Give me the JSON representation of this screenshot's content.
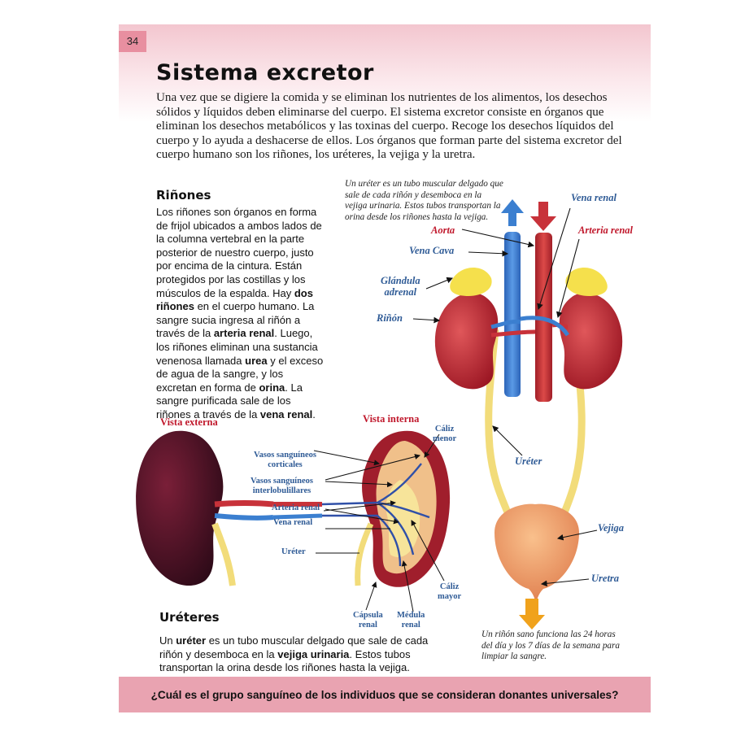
{
  "page": {
    "number": "34",
    "title": "Sistema excretor",
    "intro": "Una vez que se digiere la comida y se eliminan los nutrientes de los alimentos, los desechos sólidos y líquidos deben eliminarse del cuerpo. El sistema excretor consiste en órganos que eliminan los desechos metabólicos y las toxinas del cuerpo. Recoge los desechos líquidos del cuerpo y lo ayuda a deshacerse de ellos. Los órganos que forman parte del sistema excretor del cuerpo humano son los riñones, los uréteres, la vejiga y la uretra."
  },
  "kidneys_section": {
    "heading": "Riñones",
    "p1": "Los riñones son órganos en forma de frijol ubicados a ambos lados de la columna vertebral en la parte posterior de nuestro cuerpo, justo por encima de la cintura. Están protegidos por las costillas y los músculos de la espalda. Hay ",
    "b1": "dos riñones",
    "p2": " en el cuerpo humano. La sangre sucia ingresa al riñón a través de la ",
    "b2": "arteria renal",
    "p3": ". Luego, los riñones eliminan una sustancia venenosa llamada ",
    "b3": "urea",
    "p4": " y el exceso de agua de la sangre, y los excretan en forma de ",
    "b4": "orina",
    "p5": ". La sangre purificada sale de los riñones a través de la ",
    "b5": "vena renal",
    "p6": "."
  },
  "ureters_section": {
    "heading": "Uréteres",
    "p1": "Un ",
    "b1": "uréter",
    "p2": " es un tubo muscular delgado que sale de cada riñón y desemboca en la ",
    "b2": "vejiga urinaria",
    "p3": ". Estos tubos transportan la orina desde los riñones hasta la vejiga."
  },
  "captions": {
    "top": "Un uréter es un tubo muscular delgado que sale de cada riñón y desemboca en la vejiga urinaria. Estos tubos transportan la orina desde los riñones hasta la vejiga.",
    "bottom": "Un riñón sano funciona las 24 horas del día y los 7 días de la semana para limpiar la sangre."
  },
  "system_labels": {
    "vena_renal": "Vena renal",
    "aorta": "Aorta",
    "arteria_renal": "Arteria renal",
    "vena_cava": "Vena Cava",
    "glandula_adrenal_1": "Glándula",
    "glandula_adrenal_2": "adrenal",
    "rinon": "Riñón",
    "ureter": "Uréter",
    "vejiga": "Vejiga",
    "uretra": "Uretra"
  },
  "kidney_labels": {
    "vista_externa": "Vista externa",
    "vista_interna": "Vista interna",
    "caliz_menor_1": "Cáliz",
    "caliz_menor_2": "menor",
    "vasos_corticales_1": "Vasos sanguíneos",
    "vasos_corticales_2": "corticales",
    "vasos_interlob_1": "Vasos sanguíneos",
    "vasos_interlob_2": "interlobulillares",
    "arteria_renal": "Arteria renal",
    "vena_renal": "Vena renal",
    "ureter": "Uréter",
    "caliz_mayor_1": "Cáliz",
    "caliz_mayor_2": "mayor",
    "capsula_renal_1": "Cápsula",
    "capsula_renal_2": "renal",
    "medula_renal_1": "Médula",
    "medula_renal_2": "renal"
  },
  "question": "¿Cuál es el grupo sanguíneo de los individuos que se consideran donantes universales?",
  "colors": {
    "header_band": "#f3c6cf",
    "page_number_bg": "#e88fa0",
    "question_bar": "#e9a3b1",
    "label_blue": "#2f5b96",
    "label_red": "#c0182c",
    "vein_blue": "#3b7fd0",
    "artery_red": "#c8323a",
    "kidney": "#b8202e",
    "adrenal": "#f5e04c",
    "ureter": "#f2dc7a",
    "bladder": "#ee9b6a",
    "flow_arrow": "#f0a21c"
  }
}
